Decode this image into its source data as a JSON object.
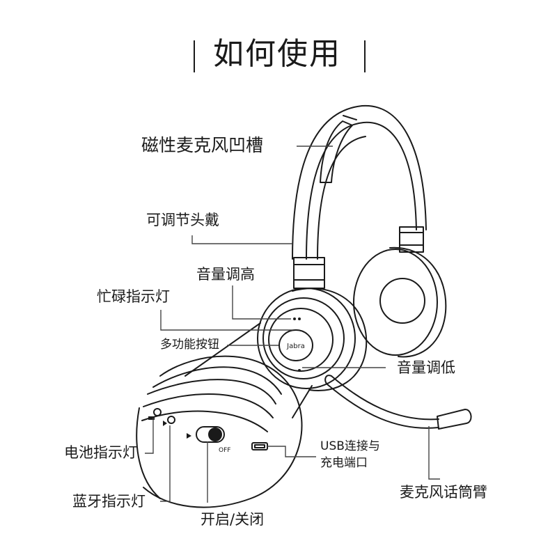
{
  "page": {
    "title": "如何使用"
  },
  "labels": {
    "mic_groove": "磁性麦克风凹槽",
    "headband": "可调节头戴",
    "vol_up": "音量调高",
    "busy_light": "忙碌指示灯",
    "multi_button": "多功能按钮",
    "vol_down": "音量调低",
    "battery_light": "电池指示灯",
    "bt_light": "蓝牙指示灯",
    "power_switch": "开启/关闭",
    "usb_line1": "USB连接与",
    "usb_line2": "充电端口",
    "mic_arm": "麦克风话筒臂"
  },
  "device": {
    "brand_logo": "Jabra",
    "switch_off": "OFF",
    "icons": [
      "battery-icon",
      "bluetooth-icon",
      "usb-port-icon"
    ]
  },
  "colors": {
    "line": "#1a1a1a",
    "leader": "#444444",
    "background": "#ffffff"
  }
}
